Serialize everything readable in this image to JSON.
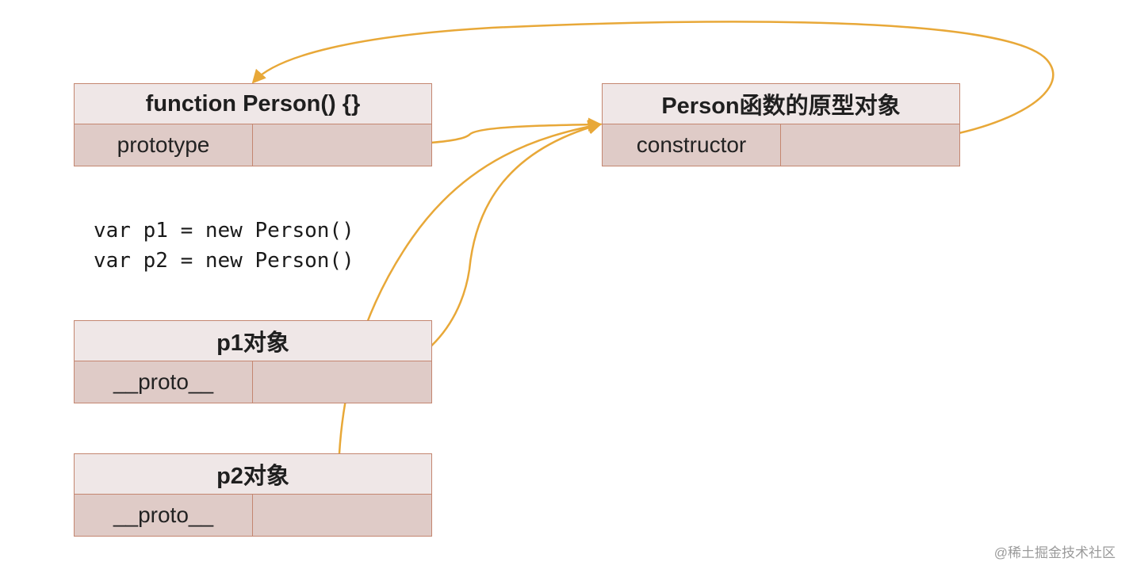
{
  "boxes": {
    "person_fn": {
      "title": "function Person() {}",
      "field": "prototype"
    },
    "person_proto": {
      "title": "Person函数的原型对象",
      "field": "constructor"
    },
    "p1": {
      "title": "p1对象",
      "field": "__proto__"
    },
    "p2": {
      "title": "p2对象",
      "field": "__proto__"
    }
  },
  "code": {
    "line1": "var p1 = new Person()",
    "line2": "var p2 = new Person()"
  },
  "watermark": "@稀土掘金技术社区",
  "colors": {
    "arrow": "#e8a838",
    "box_border": "#c48670",
    "title_bg": "#efe7e7",
    "row_bg": "#dfcbc7"
  }
}
